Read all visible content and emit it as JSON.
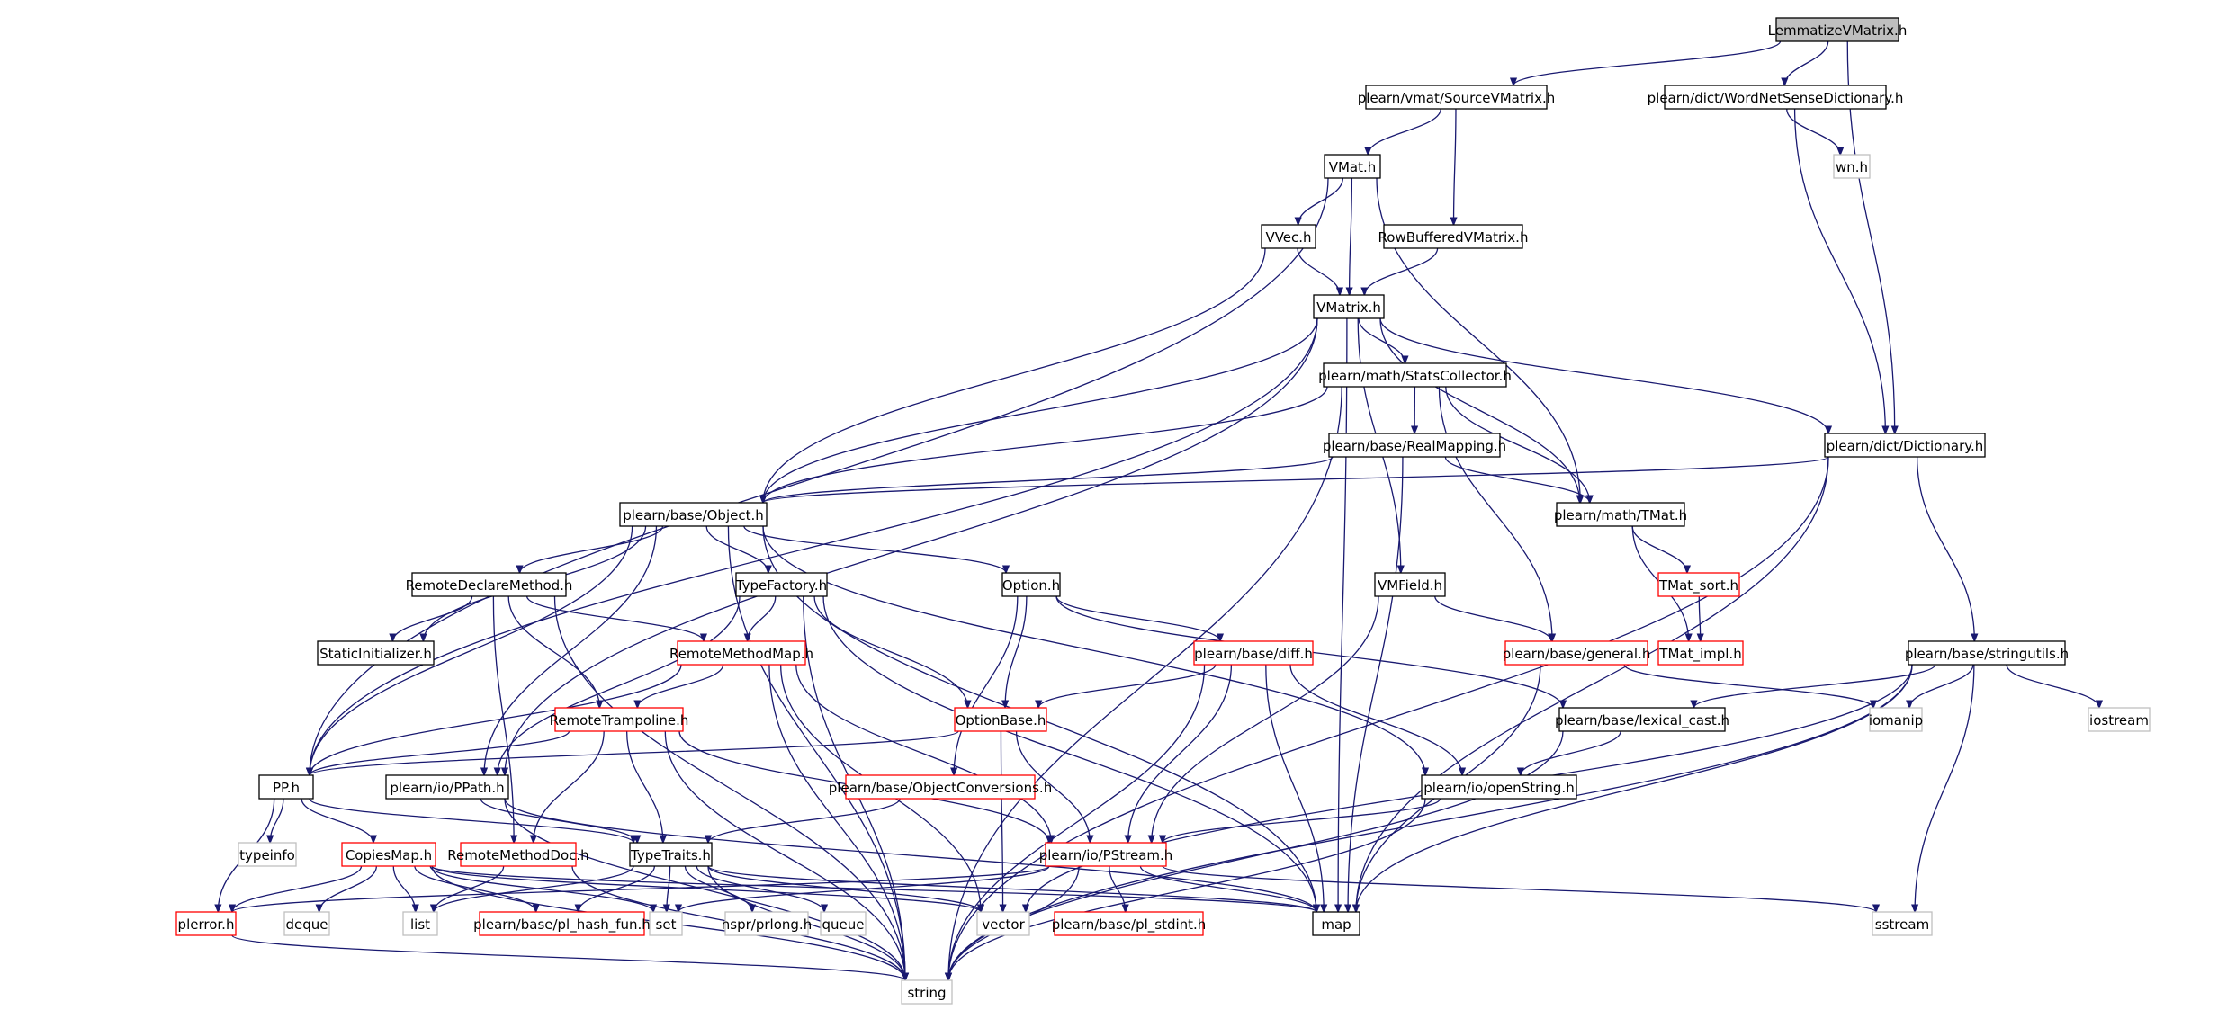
{
  "colors": {
    "edge": "#191970",
    "border_normal": "#000000",
    "border_truncated": "#ff0000",
    "border_external": "#bfbfbf",
    "fill_root": "#bfbfbf",
    "fill_default": "#ffffff"
  },
  "nodes": [
    {
      "id": "lemmatize",
      "label": "LemmatizeVMatrix.h",
      "kind": "root"
    },
    {
      "id": "sourcevm",
      "label": "plearn/vmat/SourceVMatrix.h",
      "kind": "normal"
    },
    {
      "id": "wordnet",
      "label": "plearn/dict/WordNetSenseDictionary.h",
      "kind": "normal"
    },
    {
      "id": "wn",
      "label": "wn.h",
      "kind": "external"
    },
    {
      "id": "vmat",
      "label": "VMat.h",
      "kind": "normal"
    },
    {
      "id": "vvec",
      "label": "VVec.h",
      "kind": "normal"
    },
    {
      "id": "rowbuf",
      "label": "RowBufferedVMatrix.h",
      "kind": "normal"
    },
    {
      "id": "vmatrix",
      "label": "VMatrix.h",
      "kind": "normal"
    },
    {
      "id": "stats",
      "label": "plearn/math/StatsCollector.h",
      "kind": "normal"
    },
    {
      "id": "dictionary",
      "label": "plearn/dict/Dictionary.h",
      "kind": "normal"
    },
    {
      "id": "realmap",
      "label": "plearn/base/RealMapping.h",
      "kind": "normal"
    },
    {
      "id": "object",
      "label": "plearn/base/Object.h",
      "kind": "normal"
    },
    {
      "id": "tmat",
      "label": "plearn/math/TMat.h",
      "kind": "normal"
    },
    {
      "id": "tmatsort",
      "label": "TMat_sort.h",
      "kind": "truncated"
    },
    {
      "id": "tmatimpl",
      "label": "TMat_impl.h",
      "kind": "truncated"
    },
    {
      "id": "remotedecl",
      "label": "RemoteDeclareMethod.h",
      "kind": "normal"
    },
    {
      "id": "typefactory",
      "label": "TypeFactory.h",
      "kind": "normal"
    },
    {
      "id": "option",
      "label": "Option.h",
      "kind": "normal"
    },
    {
      "id": "vmfield",
      "label": "VMField.h",
      "kind": "normal"
    },
    {
      "id": "staticinit",
      "label": "StaticInitializer.h",
      "kind": "normal"
    },
    {
      "id": "remotemethodmap",
      "label": "RemoteMethodMap.h",
      "kind": "truncated"
    },
    {
      "id": "diff",
      "label": "plearn/base/diff.h",
      "kind": "truncated"
    },
    {
      "id": "general",
      "label": "plearn/base/general.h",
      "kind": "truncated"
    },
    {
      "id": "stringutils",
      "label": "plearn/base/stringutils.h",
      "kind": "normal"
    },
    {
      "id": "remotetramp",
      "label": "RemoteTrampoline.h",
      "kind": "truncated"
    },
    {
      "id": "optionbase",
      "label": "OptionBase.h",
      "kind": "truncated"
    },
    {
      "id": "lexicalcast",
      "label": "plearn/base/lexical_cast.h",
      "kind": "normal"
    },
    {
      "id": "iomanip",
      "label": "iomanip",
      "kind": "external"
    },
    {
      "id": "iostream",
      "label": "iostream",
      "kind": "external"
    },
    {
      "id": "pp",
      "label": "PP.h",
      "kind": "normal"
    },
    {
      "id": "ppath",
      "label": "plearn/io/PPath.h",
      "kind": "normal"
    },
    {
      "id": "objconv",
      "label": "plearn/base/ObjectConversions.h",
      "kind": "truncated"
    },
    {
      "id": "openstring",
      "label": "plearn/io/openString.h",
      "kind": "normal"
    },
    {
      "id": "typeinfo",
      "label": "typeinfo",
      "kind": "external"
    },
    {
      "id": "copiesmap",
      "label": "CopiesMap.h",
      "kind": "truncated"
    },
    {
      "id": "remotemethoddoc",
      "label": "RemoteMethodDoc.h",
      "kind": "truncated"
    },
    {
      "id": "typetraits",
      "label": "TypeTraits.h",
      "kind": "normal"
    },
    {
      "id": "pstream",
      "label": "plearn/io/PStream.h",
      "kind": "truncated"
    },
    {
      "id": "plerror",
      "label": "plerror.h",
      "kind": "truncated"
    },
    {
      "id": "deque",
      "label": "deque",
      "kind": "external"
    },
    {
      "id": "list",
      "label": "list",
      "kind": "external"
    },
    {
      "id": "plhashfun",
      "label": "plearn/base/pl_hash_fun.h",
      "kind": "truncated"
    },
    {
      "id": "set",
      "label": "set",
      "kind": "external"
    },
    {
      "id": "nsprprlong",
      "label": "nspr/prlong.h",
      "kind": "external"
    },
    {
      "id": "queue",
      "label": "queue",
      "kind": "external"
    },
    {
      "id": "vector",
      "label": "vector",
      "kind": "external"
    },
    {
      "id": "plstdint",
      "label": "plearn/base/pl_stdint.h",
      "kind": "truncated"
    },
    {
      "id": "map",
      "label": "map",
      "kind": "normal"
    },
    {
      "id": "sstream",
      "label": "sstream",
      "kind": "external"
    },
    {
      "id": "string",
      "label": "string",
      "kind": "external"
    }
  ],
  "edges": [
    [
      "lemmatize",
      "sourcevm"
    ],
    [
      "lemmatize",
      "wordnet"
    ],
    [
      "lemmatize",
      "dictionary"
    ],
    [
      "sourcevm",
      "vmat"
    ],
    [
      "sourcevm",
      "rowbuf"
    ],
    [
      "wordnet",
      "wn"
    ],
    [
      "wordnet",
      "dictionary"
    ],
    [
      "vmat",
      "vvec"
    ],
    [
      "vmat",
      "vmatrix"
    ],
    [
      "vmat",
      "tmat"
    ],
    [
      "vmat",
      "pp"
    ],
    [
      "vvec",
      "vmatrix"
    ],
    [
      "vvec",
      "object"
    ],
    [
      "rowbuf",
      "vmatrix"
    ],
    [
      "vmatrix",
      "stats"
    ],
    [
      "vmatrix",
      "dictionary"
    ],
    [
      "vmatrix",
      "tmat"
    ],
    [
      "vmatrix",
      "object"
    ],
    [
      "vmatrix",
      "vmfield"
    ],
    [
      "vmatrix",
      "pp"
    ],
    [
      "vmatrix",
      "ppath"
    ],
    [
      "vmatrix",
      "map"
    ],
    [
      "stats",
      "realmap"
    ],
    [
      "stats",
      "tmat"
    ],
    [
      "stats",
      "object"
    ],
    [
      "stats",
      "general"
    ],
    [
      "stats",
      "string"
    ],
    [
      "dictionary",
      "object"
    ],
    [
      "dictionary",
      "stringutils"
    ],
    [
      "dictionary",
      "map"
    ],
    [
      "dictionary",
      "string"
    ],
    [
      "realmap",
      "object"
    ],
    [
      "realmap",
      "tmat"
    ],
    [
      "realmap",
      "map"
    ],
    [
      "tmat",
      "tmatsort"
    ],
    [
      "tmat",
      "tmatimpl"
    ],
    [
      "tmatsort",
      "tmatimpl"
    ],
    [
      "object",
      "remotedecl"
    ],
    [
      "object",
      "typefactory"
    ],
    [
      "object",
      "option"
    ],
    [
      "object",
      "staticinit"
    ],
    [
      "object",
      "pp"
    ],
    [
      "object",
      "ppath"
    ],
    [
      "object",
      "openstring"
    ],
    [
      "object",
      "map"
    ],
    [
      "object",
      "string"
    ],
    [
      "remotedecl",
      "staticinit"
    ],
    [
      "remotedecl",
      "remotemethodmap"
    ],
    [
      "remotedecl",
      "remotetramp"
    ],
    [
      "remotedecl",
      "remotemethoddoc"
    ],
    [
      "remotedecl",
      "string"
    ],
    [
      "typefactory",
      "remotemethodmap"
    ],
    [
      "typefactory",
      "optionbase"
    ],
    [
      "typefactory",
      "ppath"
    ],
    [
      "typefactory",
      "map"
    ],
    [
      "typefactory",
      "string"
    ],
    [
      "option",
      "optionbase"
    ],
    [
      "option",
      "diff"
    ],
    [
      "option",
      "objconv"
    ],
    [
      "option",
      "lexicalcast"
    ],
    [
      "vmfield",
      "general"
    ],
    [
      "vmfield",
      "pstream"
    ],
    [
      "remotemethodmap",
      "remotetramp"
    ],
    [
      "remotemethodmap",
      "pp"
    ],
    [
      "remotemethodmap",
      "pstream"
    ],
    [
      "remotemethodmap",
      "vector"
    ],
    [
      "remotemethodmap",
      "string"
    ],
    [
      "diff",
      "optionbase"
    ],
    [
      "diff",
      "pstream"
    ],
    [
      "diff",
      "openstring"
    ],
    [
      "diff",
      "map"
    ],
    [
      "diff",
      "string"
    ],
    [
      "general",
      "iomanip"
    ],
    [
      "general",
      "map"
    ],
    [
      "stringutils",
      "lexicalcast"
    ],
    [
      "stringutils",
      "iomanip"
    ],
    [
      "stringutils",
      "iostream"
    ],
    [
      "stringutils",
      "sstream"
    ],
    [
      "stringutils",
      "vector"
    ],
    [
      "stringutils",
      "map"
    ],
    [
      "stringutils",
      "string"
    ],
    [
      "remotetramp",
      "pp"
    ],
    [
      "remotetramp",
      "typetraits"
    ],
    [
      "remotetramp",
      "remotemethoddoc"
    ],
    [
      "remotetramp",
      "pstream"
    ],
    [
      "remotetramp",
      "string"
    ],
    [
      "optionbase",
      "pp"
    ],
    [
      "optionbase",
      "pstream"
    ],
    [
      "optionbase",
      "vector"
    ],
    [
      "lexicalcast",
      "openstring"
    ],
    [
      "lexicalcast",
      "string"
    ],
    [
      "pp",
      "typeinfo"
    ],
    [
      "pp",
      "copiesmap"
    ],
    [
      "pp",
      "plerror"
    ],
    [
      "pp",
      "typetraits"
    ],
    [
      "ppath",
      "typetraits"
    ],
    [
      "ppath",
      "string"
    ],
    [
      "ppath",
      "map"
    ],
    [
      "objconv",
      "typetraits"
    ],
    [
      "openstring",
      "pstream"
    ],
    [
      "openstring",
      "string"
    ],
    [
      "copiesmap",
      "plerror"
    ],
    [
      "copiesmap",
      "deque"
    ],
    [
      "copiesmap",
      "list"
    ],
    [
      "copiesmap",
      "plhashfun"
    ],
    [
      "copiesmap",
      "set"
    ],
    [
      "copiesmap",
      "vector"
    ],
    [
      "copiesmap",
      "map"
    ],
    [
      "copiesmap",
      "string"
    ],
    [
      "remotemethoddoc",
      "list"
    ],
    [
      "remotemethoddoc",
      "string"
    ],
    [
      "typetraits",
      "list"
    ],
    [
      "typetraits",
      "set"
    ],
    [
      "typetraits",
      "nsprprlong"
    ],
    [
      "typetraits",
      "queue"
    ],
    [
      "typetraits",
      "vector"
    ],
    [
      "typetraits",
      "map"
    ],
    [
      "typetraits",
      "string"
    ],
    [
      "typetraits",
      "plhashfun"
    ],
    [
      "pstream",
      "plerror"
    ],
    [
      "pstream",
      "set"
    ],
    [
      "pstream",
      "map"
    ],
    [
      "pstream",
      "plstdint"
    ],
    [
      "pstream",
      "sstream"
    ],
    [
      "pstream",
      "string"
    ],
    [
      "plerror",
      "string"
    ]
  ]
}
